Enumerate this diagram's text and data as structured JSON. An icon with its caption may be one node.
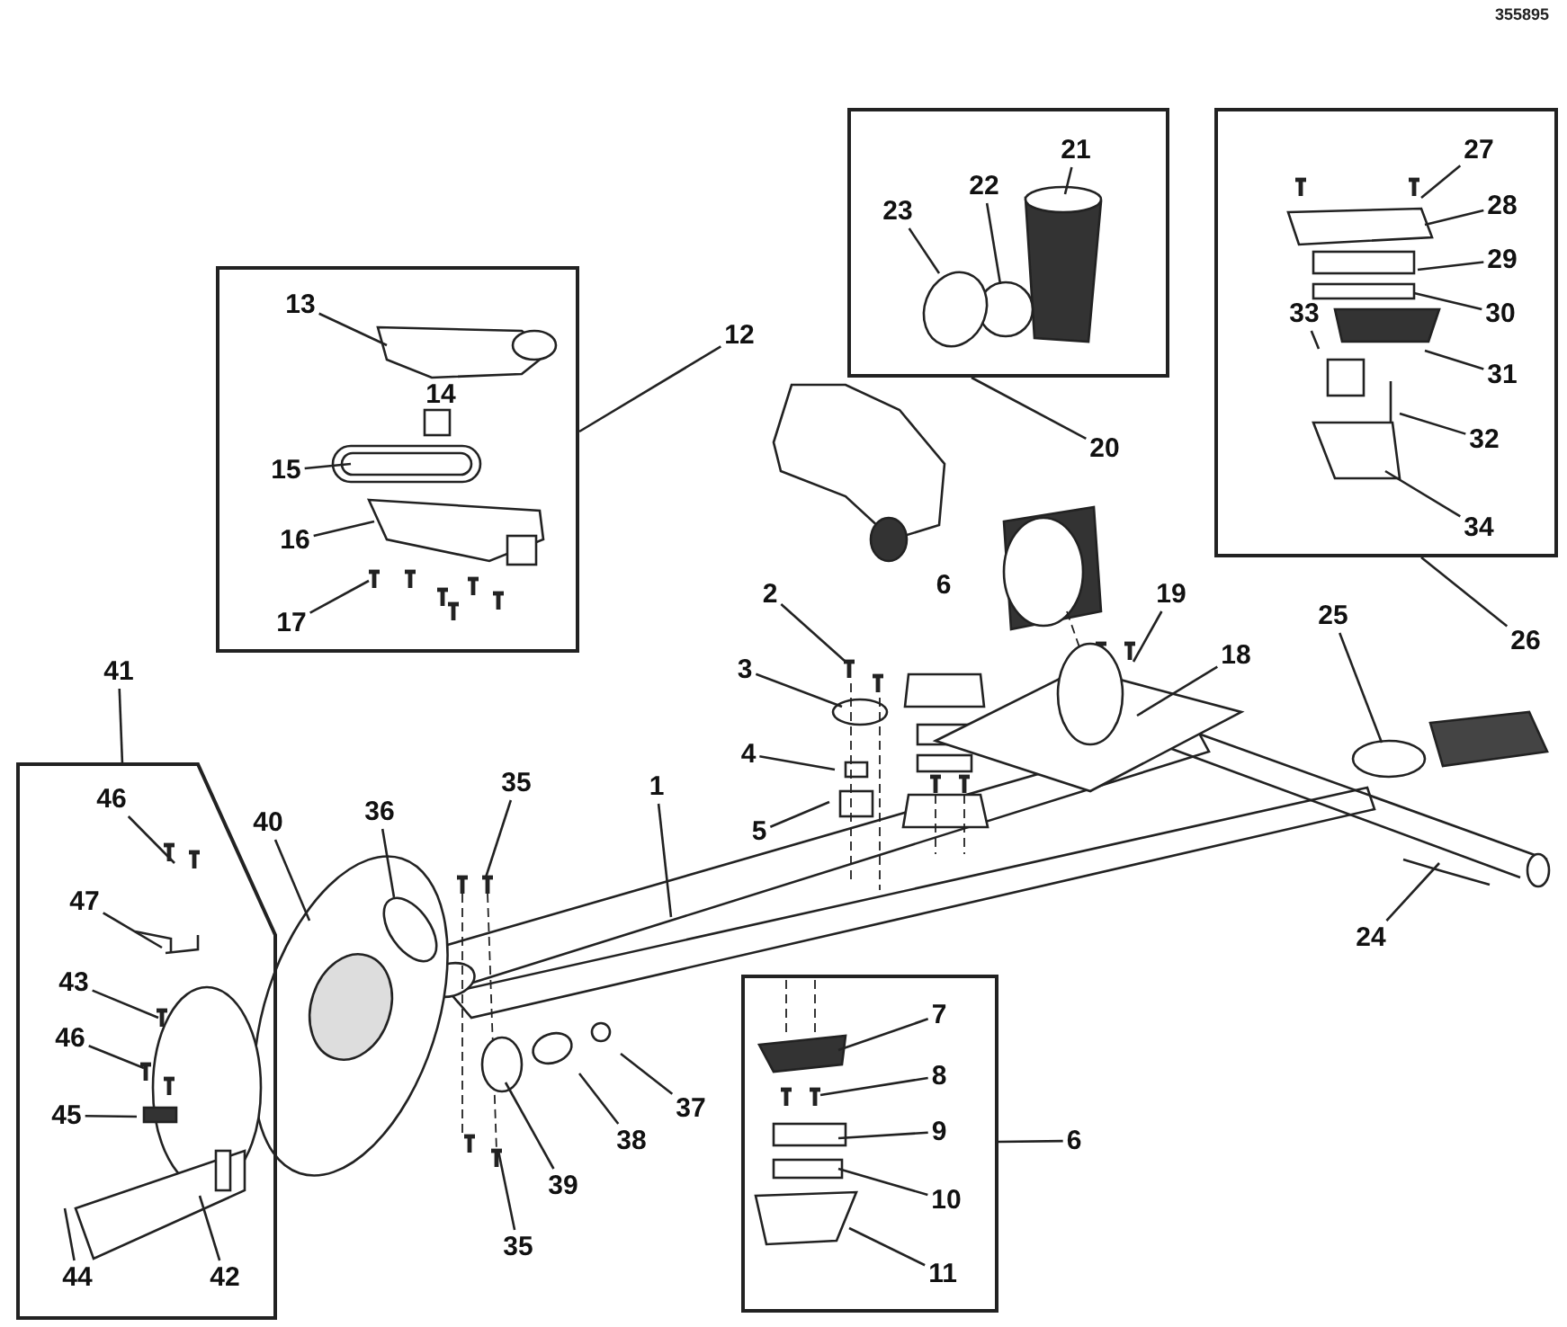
{
  "diagram": {
    "nodes": [
      {
        "text": [],
        "shape": "box"
      },
      {
        "text": [
          "13"
        ],
        "in": 0
      },
      {
        "text": [
          "14"
        ],
        "in": 0
      },
      {
        "text": [
          "15"
        ],
        "in": 0
      },
      {
        "text": [
          "16"
        ],
        "in": 0
      },
      {
        "text": [
          "17"
        ],
        "in": 0
      },
      {
        "text": [
          "12"
        ]
      },
      {
        "text": [],
        "shape": "box"
      },
      {
        "text": [
          "21"
        ],
        "in": 7
      },
      {
        "text": [
          "22"
        ],
        "in": 7
      },
      {
        "text": [
          "23"
        ],
        "in": 7
      },
      {
        "text": [
          "20"
        ]
      },
      {
        "text": [],
        "shape": "box"
      },
      {
        "text": [
          "27"
        ],
        "in": 12
      },
      {
        "text": [
          "28"
        ],
        "in": 12
      },
      {
        "text": [
          "29"
        ],
        "in": 12
      },
      {
        "text": [
          "30"
        ],
        "in": 12
      },
      {
        "text": [
          "33"
        ],
        "in": 12
      },
      {
        "text": [
          "31"
        ],
        "in": 12
      },
      {
        "text": [
          "32"
        ],
        "in": 12
      },
      {
        "text": [
          "34"
        ],
        "in": 12
      },
      {
        "text": [
          "26"
        ]
      },
      {
        "text": [
          "19"
        ]
      },
      {
        "text": [
          "6"
        ]
      },
      {
        "text": [
          "2"
        ]
      },
      {
        "text": [
          "3"
        ]
      },
      {
        "text": [
          "4"
        ]
      },
      {
        "text": [
          "5"
        ]
      },
      {
        "text": [
          "18"
        ]
      },
      {
        "text": [
          "25"
        ]
      },
      {
        "text": [
          "41"
        ]
      },
      {
        "text": [],
        "shape": "box"
      },
      {
        "text": [
          "46"
        ],
        "in": 31
      },
      {
        "text": [
          "47"
        ],
        "in": 31
      },
      {
        "text": [
          "43"
        ],
        "in": 31
      },
      {
        "text": [
          "46"
        ],
        "in": 31
      },
      {
        "text": [
          "45"
        ],
        "in": 31
      },
      {
        "text": [
          "44"
        ],
        "in": 31
      },
      {
        "text": [
          "42"
        ],
        "in": 31
      },
      {
        "text": [
          "40"
        ]
      },
      {
        "text": [
          "36"
        ]
      },
      {
        "text": [
          "35"
        ]
      },
      {
        "text": [
          "1"
        ]
      },
      {
        "text": [
          "24"
        ]
      },
      {
        "text": [
          "37"
        ]
      },
      {
        "text": [
          "38"
        ]
      },
      {
        "text": [
          "39"
        ]
      },
      {
        "text": [
          "35"
        ]
      },
      {
        "text": [],
        "shape": "box"
      },
      {
        "text": [
          "7"
        ],
        "in": 48
      },
      {
        "text": [
          "8"
        ],
        "in": 48
      },
      {
        "text": [
          "9"
        ],
        "in": 48
      },
      {
        "text": [
          "10"
        ],
        "in": 48
      },
      {
        "text": [
          "11"
        ],
        "in": 48
      },
      {
        "text": [
          "6"
        ]
      }
    ],
    "edges": [
      {
        "from": 1,
        "to": null,
        "arrow": "none"
      },
      {
        "from": 3,
        "to": null,
        "arrow": "none"
      },
      {
        "from": 4,
        "to": null,
        "arrow": "none"
      },
      {
        "from": 5,
        "to": null,
        "arrow": "none"
      },
      {
        "from": 6,
        "to": 0,
        "arrow": "none"
      },
      {
        "from": 8,
        "to": null,
        "arrow": "none"
      },
      {
        "from": 9,
        "to": null,
        "arrow": "none"
      },
      {
        "from": 10,
        "to": null,
        "arrow": "none"
      },
      {
        "from": 11,
        "to": 7,
        "arrow": "none"
      },
      {
        "from": 13,
        "to": null,
        "arrow": "none"
      },
      {
        "from": 14,
        "to": null,
        "arrow": "none"
      },
      {
        "from": 15,
        "to": null,
        "arrow": "none"
      },
      {
        "from": 16,
        "to": null,
        "arrow": "none"
      },
      {
        "from": 17,
        "to": null,
        "arrow": "none"
      },
      {
        "from": 18,
        "to": null,
        "arrow": "none"
      },
      {
        "from": 19,
        "to": null,
        "arrow": "none"
      },
      {
        "from": 20,
        "to": null,
        "arrow": "none"
      },
      {
        "from": 21,
        "to": 12,
        "arrow": "none"
      },
      {
        "from": 22,
        "to": null,
        "arrow": "none"
      },
      {
        "from": 24,
        "to": null,
        "arrow": "none"
      },
      {
        "from": 25,
        "to": null,
        "arrow": "none"
      },
      {
        "from": 26,
        "to": null,
        "arrow": "none"
      },
      {
        "from": 27,
        "to": null,
        "arrow": "none"
      },
      {
        "from": 28,
        "to": null,
        "arrow": "none"
      },
      {
        "from": 29,
        "to": null,
        "arrow": "none"
      },
      {
        "from": 30,
        "to": 31,
        "arrow": "none"
      },
      {
        "from": 32,
        "to": null,
        "arrow": "none"
      },
      {
        "from": 33,
        "to": null,
        "arrow": "none"
      },
      {
        "from": 34,
        "to": null,
        "arrow": "none"
      },
      {
        "from": 35,
        "to": null,
        "arrow": "none"
      },
      {
        "from": 36,
        "to": null,
        "arrow": "none"
      },
      {
        "from": 37,
        "to": null,
        "arrow": "none"
      },
      {
        "from": 38,
        "to": null,
        "arrow": "none"
      },
      {
        "from": 39,
        "to": null,
        "arrow": "none"
      },
      {
        "from": 40,
        "to": null,
        "arrow": "none"
      },
      {
        "from": 41,
        "to": null,
        "arrow": "none"
      },
      {
        "from": 42,
        "to": null,
        "arrow": "none"
      },
      {
        "from": 43,
        "to": null,
        "arrow": "none"
      },
      {
        "from": 44,
        "to": null,
        "arrow": "none"
      },
      {
        "from": 45,
        "to": null,
        "arrow": "none"
      },
      {
        "from": 46,
        "to": null,
        "arrow": "none"
      },
      {
        "from": 47,
        "to": null,
        "arrow": "none"
      },
      {
        "from": 49,
        "to": null,
        "arrow": "none"
      },
      {
        "from": 50,
        "to": null,
        "arrow": "none"
      },
      {
        "from": 51,
        "to": null,
        "arrow": "none"
      },
      {
        "from": 52,
        "to": null,
        "arrow": "none"
      },
      {
        "from": 53,
        "to": null,
        "arrow": "none"
      },
      {
        "from": 54,
        "to": 48,
        "arrow": "none"
      }
    ],
    "labels": [
      "355895"
    ]
  }
}
